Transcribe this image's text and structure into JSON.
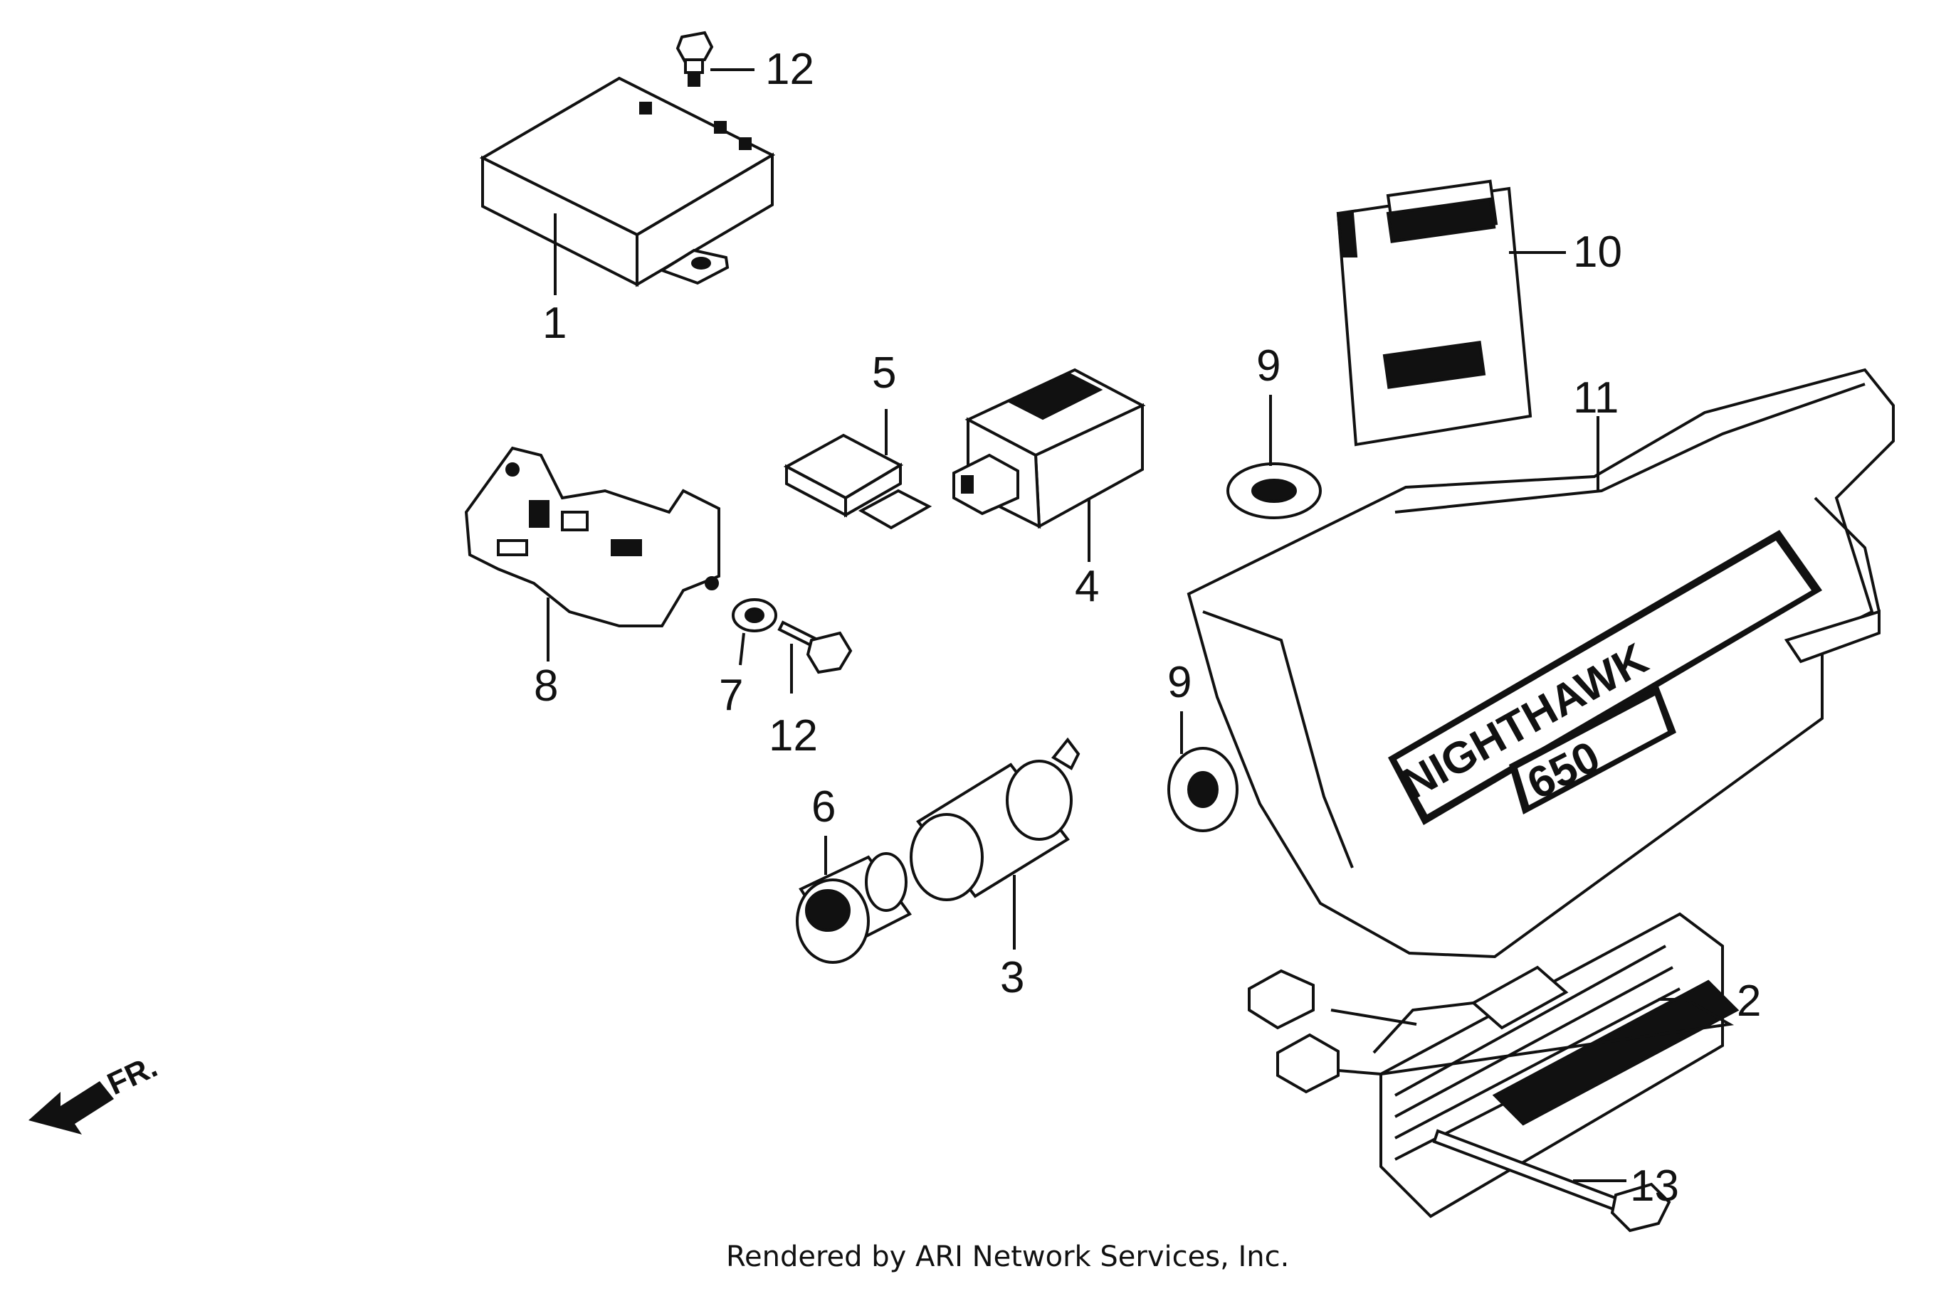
{
  "callouts": {
    "c1": "1",
    "c2": "2",
    "c3": "3",
    "c4": "4",
    "c5": "5",
    "c6": "6",
    "c7": "7",
    "c8": "8",
    "c9a": "9",
    "c9b": "9",
    "c10": "10",
    "c11": "11",
    "c12a": "12",
    "c12b": "12",
    "c13": "13"
  },
  "front_label": "FR.",
  "cover_text": {
    "name": "NIGHTHAWK",
    "number": "650"
  },
  "credit": "Rendered by ARI Network Services, Inc.",
  "colors": {
    "ink": "#111111",
    "background": "#ffffff"
  }
}
